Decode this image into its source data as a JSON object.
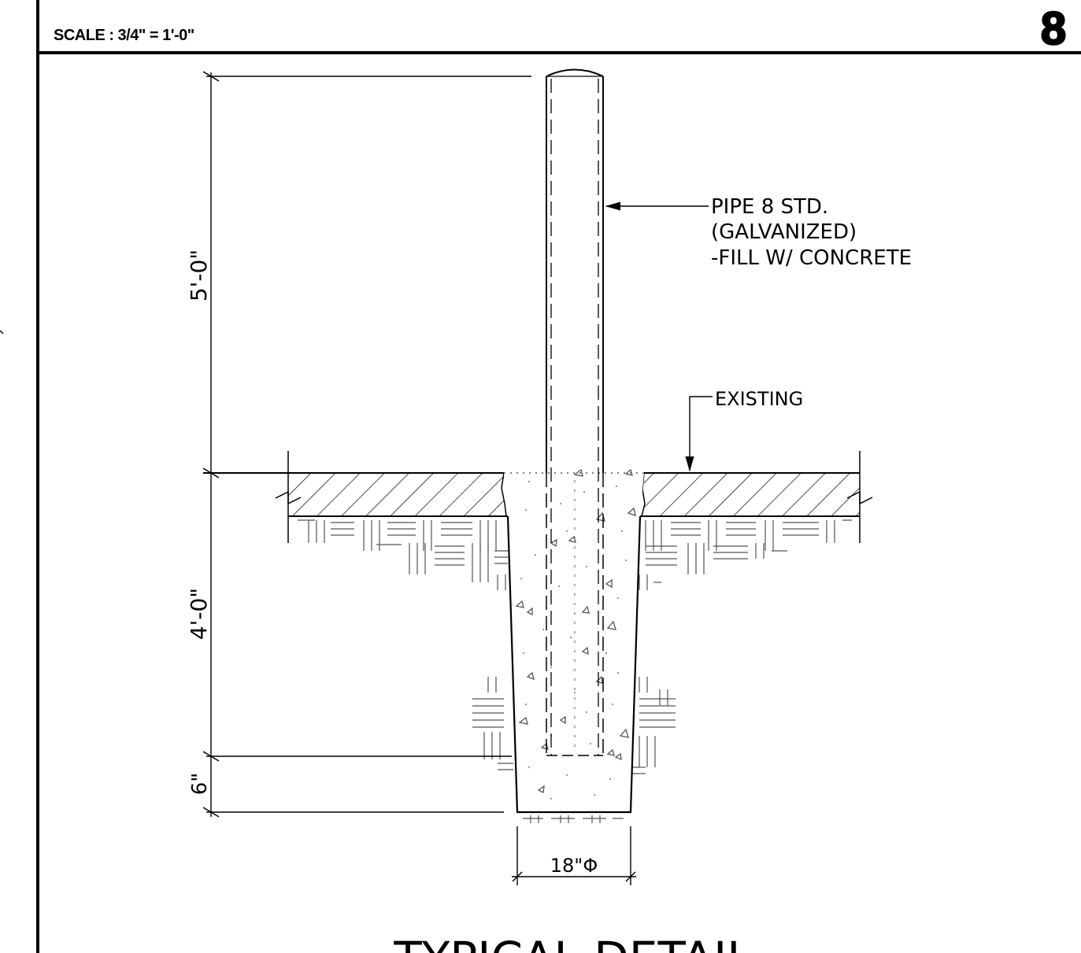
{
  "header": {
    "scale_label": "SCALE : 3/4\" = 1'-0\"",
    "detail_number": "8"
  },
  "dimensions": {
    "above_grade": "5'-0\"",
    "embedment": "4'-0\"",
    "below_pipe": "6\"",
    "footing_diameter": "18\"Φ"
  },
  "callouts": {
    "pipe_line_1": "PIPE 8 STD.",
    "pipe_line_2": "(GALVANIZED)",
    "pipe_line_3": "-FILL W/ CONCRETE",
    "existing": "EXISTING"
  },
  "title": {
    "text": "TYPICAL DETAIL"
  }
}
